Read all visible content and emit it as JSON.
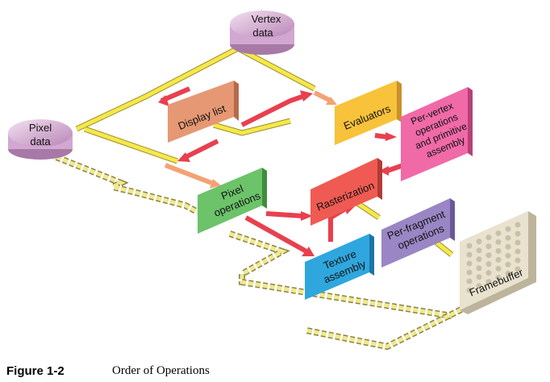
{
  "diagram": {
    "nodes": {
      "vertex_data": [
        "Vertex",
        "data"
      ],
      "pixel_data": [
        "Pixel",
        "data"
      ],
      "display_list": [
        "Display list"
      ],
      "evaluators": [
        "Evaluators"
      ],
      "per_vertex": [
        "Per-vertex",
        "operations",
        "and primitive",
        "assembly"
      ],
      "pixel_operations": [
        "Pixel",
        "operations"
      ],
      "rasterization": [
        "Rasterization"
      ],
      "per_fragment": [
        "Per-fragment",
        "operations"
      ],
      "texture_assembly": [
        "Texture",
        "assembly"
      ],
      "framebuffer": [
        "Framebuffer"
      ]
    },
    "colors": {
      "vertex_disk": "#d9a9d6",
      "pixel_disk": "#d9a9d6",
      "display_list": "#e59873",
      "evaluators": "#f8c23a",
      "per_vertex": "#f06aa8",
      "pixel_operations": "#6cc36a",
      "rasterization": "#ef5b52",
      "per_fragment": "#9a86c4",
      "texture_assembly": "#2fa7de",
      "framebuffer": "#e9e2cf",
      "yellow_arrow": "#f5e84a",
      "red_arrow": "#e8404f",
      "orange_arrow": "#f4a274",
      "dash_path": "#f1e98b"
    }
  },
  "caption": {
    "figure_label": "Figure 1-2",
    "title": "Order of Operations"
  }
}
